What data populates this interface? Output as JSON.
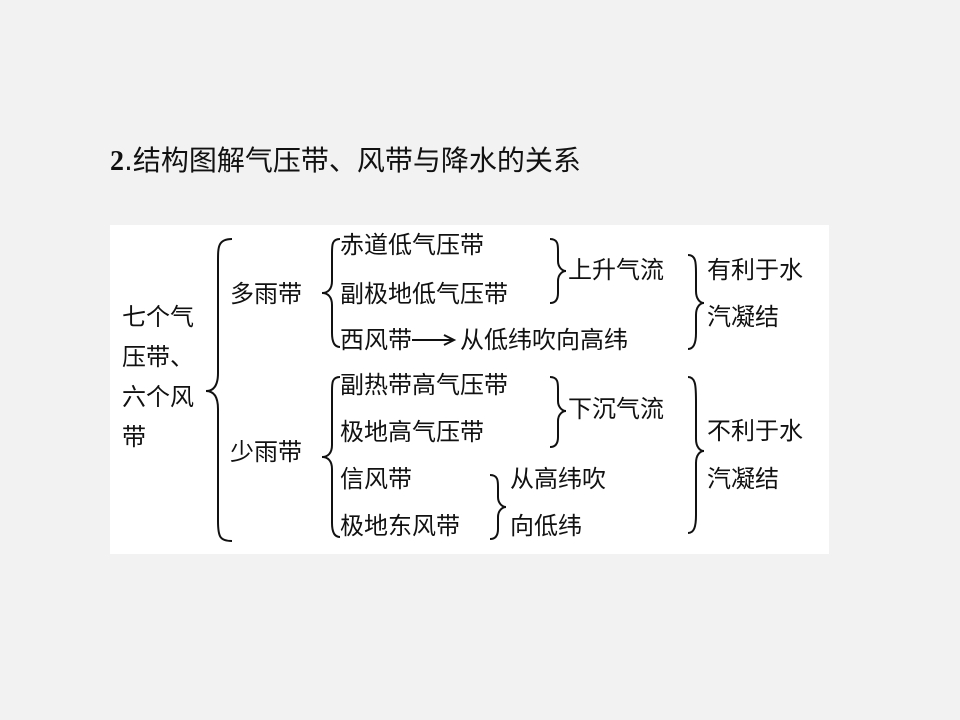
{
  "title": {
    "number": "2",
    "separator": ".",
    "text": "结构图解气压带、风带与降水的关系"
  },
  "diagram": {
    "root_lines": [
      "七个气",
      "压带、",
      "六个风",
      "带"
    ],
    "rainy": {
      "label": "多雨带",
      "belts": [
        "赤道低气压带",
        "副极地低气压带"
      ],
      "airflow": "上升气流",
      "westerlies": "西风带",
      "westerlies_note": "从低纬吹向高纬",
      "result_lines": [
        "有利于水",
        "汽凝结"
      ]
    },
    "dry": {
      "label": "少雨带",
      "belts": [
        "副热带高气压带",
        "极地高气压带"
      ],
      "airflow": "下沉气流",
      "winds": [
        "信风带",
        "极地东风带"
      ],
      "winds_note_lines": [
        "从高纬吹",
        "向低纬"
      ],
      "result_lines": [
        "不利于水",
        "汽凝结"
      ]
    }
  }
}
